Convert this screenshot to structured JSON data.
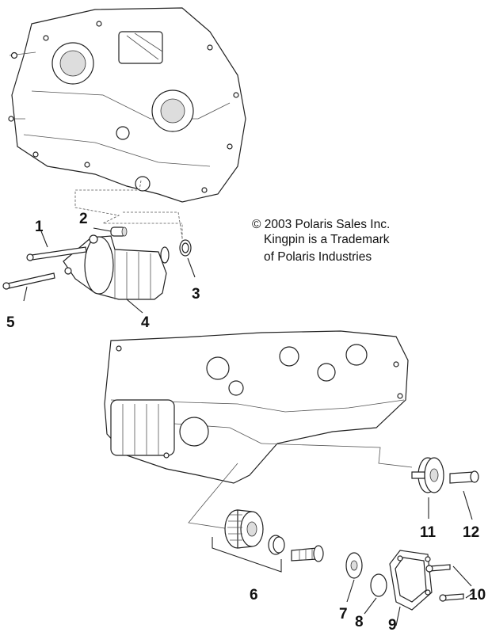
{
  "copyright": {
    "line1": "© 2003 Polaris Sales Inc.",
    "line2": "Kingpin is a Trademark",
    "line3": "of Polaris Industries"
  },
  "callouts": {
    "c1": "1",
    "c2": "2",
    "c3": "3",
    "c4": "4",
    "c5": "5",
    "c6": "6",
    "c7": "7",
    "c8": "8",
    "c9": "9",
    "c10": "10",
    "c11": "11",
    "c12": "12"
  }
}
